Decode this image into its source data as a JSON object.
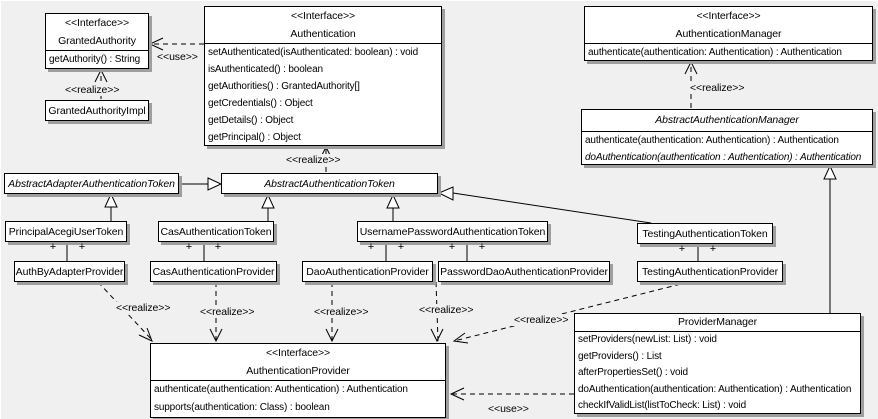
{
  "labels": {
    "realize": "<<realize>>",
    "use": "<<use>>",
    "plus": "+"
  },
  "classes": {
    "granted_authority": {
      "stereotype": "<<Interface>>",
      "name": "GrantedAuthority",
      "methods": [
        "getAuthority() : String"
      ]
    },
    "granted_authority_impl": {
      "name": "GrantedAuthorityImpl"
    },
    "authentication": {
      "stereotype": "<<Interface>>",
      "name": "Authentication",
      "methods": [
        "setAuthenticated(isAuthenticated: boolean) : void",
        "isAuthenticated() : boolean",
        "getAuthorities() : GrantedAuthority[]",
        "getCredentials() : Object",
        "getDetails() : Object",
        "getPrincipal() : Object"
      ]
    },
    "authentication_manager": {
      "stereotype": "<<Interface>>",
      "name": "AuthenticationManager",
      "methods": [
        "authenticate(authentication: Authentication) : Authentication"
      ]
    },
    "abstract_authentication_manager": {
      "name": "AbstractAuthenticationManager",
      "methods": [
        "authenticate(authentication: Authentication) : Authentication",
        "doAuthentication(authentication : Authentication) : Authentication"
      ]
    },
    "abstract_adapter_authentication_token": {
      "name": "AbstractAdapterAuthenticationToken"
    },
    "abstract_authentication_token": {
      "name": "AbstractAuthenticationToken"
    },
    "principal_acegi_user_token": {
      "name": "PrincipalAcegiUserToken"
    },
    "cas_authentication_token": {
      "name": "CasAuthenticationToken"
    },
    "username_password_authentication_token": {
      "name": "UsernamePasswordAuthenticationToken"
    },
    "testing_authentication_token": {
      "name": "TestingAuthenticationToken"
    },
    "auth_by_adapter_provider": {
      "name": "AuthByAdapterProvider"
    },
    "cas_authentication_provider": {
      "name": "CasAuthenticationProvider"
    },
    "dao_authentication_provider": {
      "name": "DaoAuthenticationProvider"
    },
    "password_dao_authentication_provider": {
      "name": "PasswordDaoAuthenticationProvider"
    },
    "testing_authentication_provider": {
      "name": "TestingAuthenticationProvider"
    },
    "authentication_provider": {
      "stereotype": "<<Interface>>",
      "name": "AuthenticationProvider",
      "methods": [
        "authenticate(authentication: Authentication) : Authentication",
        "supports(authentication: Class) : boolean"
      ]
    },
    "provider_manager": {
      "name": "ProviderManager",
      "methods": [
        "setProviders(newList: List) : void",
        "getProviders() : List",
        "afterPropertiesSet() : void",
        "doAuthentication(authentication: Authentication) : Authentication",
        "checkIfValidList(listToCheck: List) : void"
      ]
    }
  }
}
